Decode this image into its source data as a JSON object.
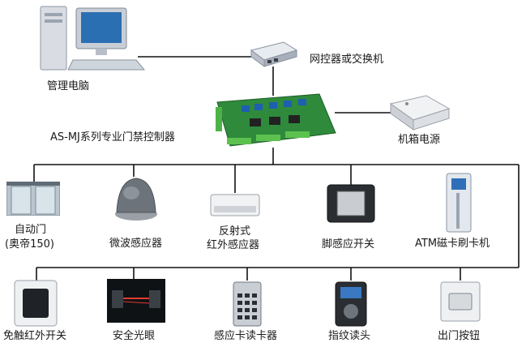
{
  "pc": {
    "label": "管理电脑",
    "icon": "desktop-computer-icon"
  },
  "network": {
    "label": "网控器或交换机",
    "icon": "network-switch-icon"
  },
  "controller": {
    "label": "AS-MJ系列专业门禁控制器",
    "icon": "control-board-icon"
  },
  "power": {
    "label": "机箱电源",
    "icon": "power-box-icon"
  },
  "row1": [
    {
      "label_line1": "自动门",
      "label_line2": "(奥帝150)",
      "icon": "automatic-door-icon"
    },
    {
      "label_line1": "微波感应器",
      "label_line2": "",
      "icon": "microwave-sensor-icon"
    },
    {
      "label_line1": "反射式",
      "label_line2": "红外感应器",
      "icon": "infrared-sensor-icon"
    },
    {
      "label_line1": "脚感应开关",
      "label_line2": "",
      "icon": "foot-switch-icon"
    },
    {
      "label_line1": "ATM磁卡刷卡机",
      "label_line2": "",
      "icon": "card-swipe-icon"
    }
  ],
  "row2": [
    {
      "label": "免触红外开关",
      "icon": "touchless-switch-icon"
    },
    {
      "label": "安全光眼",
      "icon": "safety-beam-icon"
    },
    {
      "label": "感应卡读卡器",
      "icon": "card-reader-icon"
    },
    {
      "label": "指纹读头",
      "icon": "fingerprint-reader-icon"
    },
    {
      "label": "出门按钮",
      "icon": "exit-button-icon"
    }
  ]
}
